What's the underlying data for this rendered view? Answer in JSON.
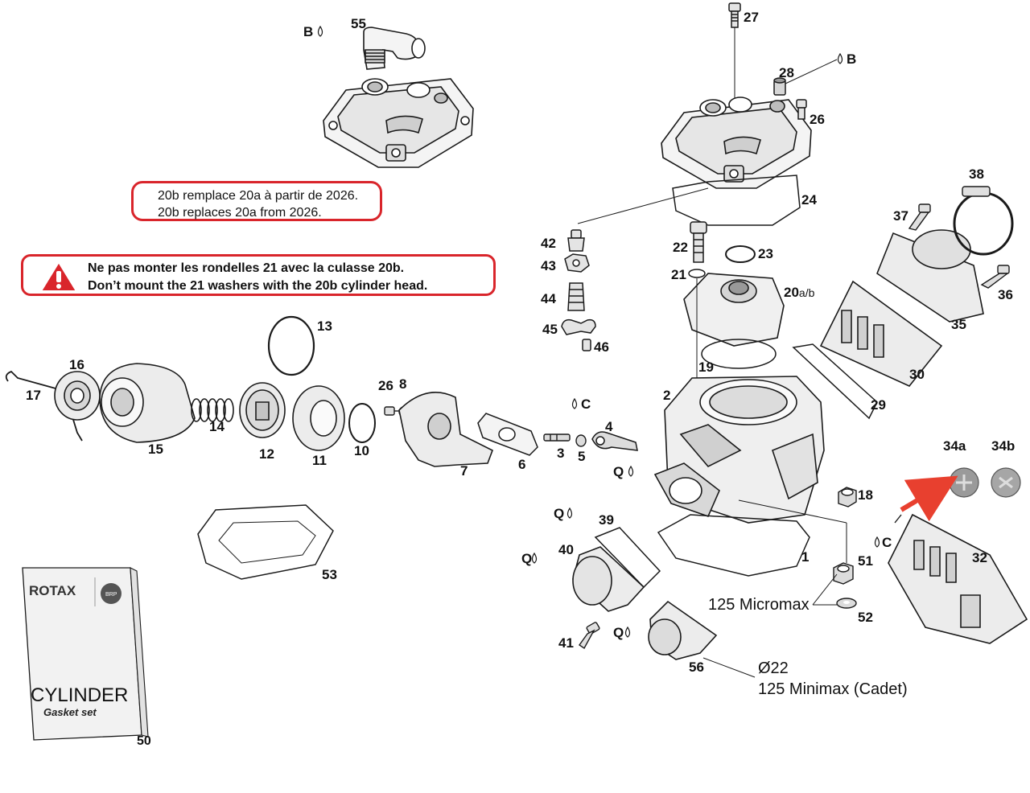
{
  "notes": {
    "note1": {
      "line_fr": "20b remplace 20a à partir de 2026.",
      "line_en": "20b replaces 20a from 2026."
    },
    "note2": {
      "line_fr": "Ne pas monter les rondelles 21 avec la culasse 20b.",
      "line_en": "Don’t mount the 21 washers with the 20b cylinder head."
    }
  },
  "booklet": {
    "brand": "ROTAX",
    "logo_text": "BRP",
    "title": "CYLINDER",
    "subtitle": "Gasket set",
    "number": "50"
  },
  "model_labels": {
    "micromax": "125 Micromax",
    "minimax_diameter": "Ø22",
    "minimax": "125 Minimax (Cadet)"
  },
  "part_numbers": {
    "p1": "1",
    "p2": "2",
    "p3": "3",
    "p4": "4",
    "p5": "5",
    "p6": "6",
    "p7": "7",
    "p8": "8",
    "p10": "10",
    "p11": "11",
    "p12": "12",
    "p13": "13",
    "p14": "14",
    "p15": "15",
    "p16": "16",
    "p17": "17",
    "p18": "18",
    "p19": "19",
    "p20ab": "20",
    "p20ab_suffix": "a/b",
    "p21": "21",
    "p22": "22",
    "p23": "23",
    "p24": "24",
    "p26a": "26",
    "p26b": "26",
    "p27": "27",
    "p28": "28",
    "p29": "29",
    "p30": "30",
    "p32": "32",
    "p34a": "34a",
    "p34b": "34b",
    "p35": "35",
    "p36": "36",
    "p37": "37",
    "p38": "38",
    "p39": "39",
    "p40": "40",
    "p41": "41",
    "p42": "42",
    "p43": "43",
    "p44": "44",
    "p45": "45",
    "p46": "46",
    "p51": "51",
    "p52": "52",
    "p53": "53",
    "p55": "55",
    "p56": "56"
  },
  "lube_marks": {
    "b1": "B",
    "b2": "B",
    "c1": "C",
    "c2": "C",
    "q1": "Q",
    "q2": "Q",
    "q3": "Q",
    "q4": "Q"
  },
  "colors": {
    "note_border": "#d9252b",
    "arrow": "#e8402f",
    "line": "#1a1a1a",
    "part_fill": "#f4f4f4",
    "part_shade": "#bdbdbd"
  }
}
